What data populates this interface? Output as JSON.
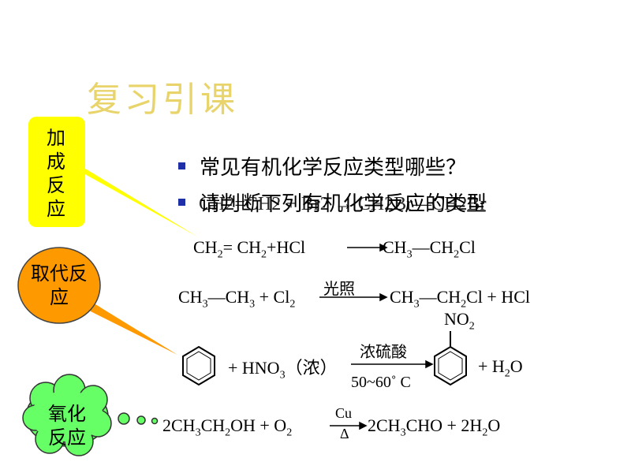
{
  "title": "复习引课",
  "bullets": [
    "常见有机化学反应类型哪些？",
    "请判断下列有机化学反应的类型"
  ],
  "overlap_eq": {
    "text": "CH2=CH2 + Br2 → CH2Br—CH2Br"
  },
  "callouts": {
    "addition": "加成反应",
    "substitution": "取代反应",
    "oxidation": "氧化反应"
  },
  "reactions": {
    "r1": {
      "left": "CH2= CH2+HCl",
      "right": "CH3—CH2Cl"
    },
    "r2": {
      "left": "CH3—CH3 + Cl2",
      "condition": "光照",
      "right": "CH3—CH2Cl + HCl"
    },
    "r3": {
      "reagent": "+ HNO3（浓）",
      "condition_top": "浓硫酸",
      "condition_bottom": "50~60˚ C",
      "substituent": "NO2",
      "water": "+ H2O"
    },
    "r4": {
      "left": "2CH3CH2OH + O2",
      "catalyst": "Cu",
      "heat": "Δ",
      "right": "2CH3CHO + 2H2O"
    }
  },
  "colors": {
    "title": "#e8d46a",
    "addition_fill": "#ffff00",
    "substitution_fill": "#ff9900",
    "oxidation_fill": "#66ff66",
    "bullet_marker": "#1f2fa8"
  }
}
